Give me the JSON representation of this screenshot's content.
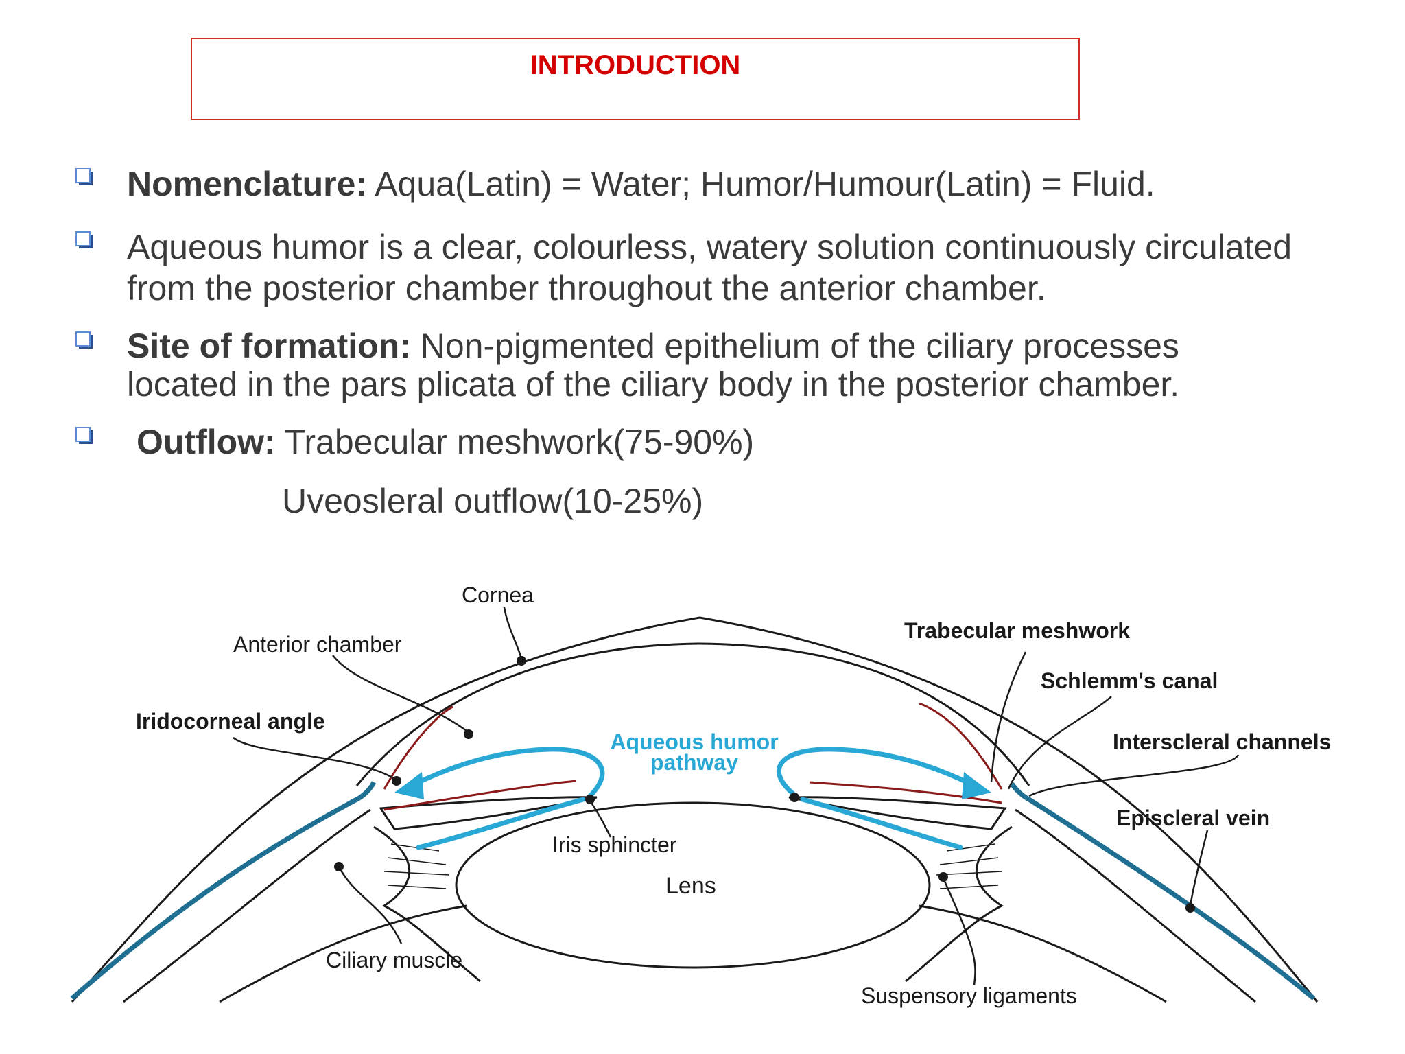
{
  "slide": {
    "title": "INTRODUCTION"
  },
  "bullets": [
    {
      "label": "Nomenclature:",
      "text": " Aqua(Latin) = Water; Humor/Humour(Latin) = Fluid."
    },
    {
      "line1": "Aqueous humor is a clear, colourless, watery solution continuously  circulated",
      "line2": "from the posterior chamber throughout the anterior chamber."
    },
    {
      "label": "Site of formation:",
      "line1": "  Non-pigmented epithelium of the ciliary processes",
      "line2": "located in the pars plicata of the ciliary body in the posterior chamber."
    },
    {
      "label": "Outflow:",
      "line1": " Trabecular meshwork(75-90%)",
      "line2": "Uveosleral outflow(10-25%)"
    }
  ],
  "diagram": {
    "labels": {
      "cornea": "Cornea",
      "anterior_chamber": "Anterior chamber",
      "iridocorneal_angle": "Iridocorneal angle",
      "aqueous_1": "Aqueous humor",
      "aqueous_2": "pathway",
      "iris_sphincter": "Iris sphincter",
      "lens": "Lens",
      "ciliary_muscle": "Ciliary muscle",
      "trabecular": "Trabecular meshwork",
      "schlemm": "Schlemm's canal",
      "interscleral": "Interscleral channels",
      "episcleral": "Episcleral vein",
      "suspensory": "Suspensory ligaments"
    },
    "colors": {
      "pathway": "#29a8d6",
      "vessel": "#8b1a1a",
      "vein": "#1f6f93"
    }
  }
}
